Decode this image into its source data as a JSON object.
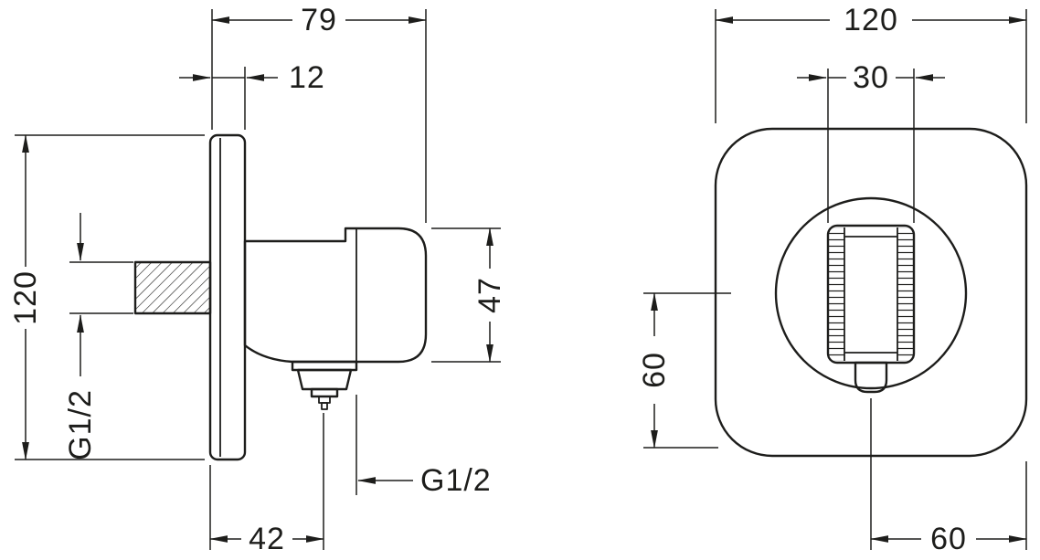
{
  "page": {
    "background": "#ffffff",
    "line_color": "#1d1d1b"
  },
  "side_view": {
    "label": "side-view-technical-drawing",
    "dimensions": {
      "total_depth": "79",
      "plate_thickness": "12",
      "plate_height": "120",
      "inlet_thread": "G1/2",
      "body_height": "47",
      "outlet_offset": "42",
      "outlet_thread": "G1/2"
    }
  },
  "front_view": {
    "label": "front-view-technical-drawing",
    "dimensions": {
      "plate_width": "120",
      "holder_width": "30",
      "center_offset": "60",
      "edge_offset": "60"
    }
  }
}
